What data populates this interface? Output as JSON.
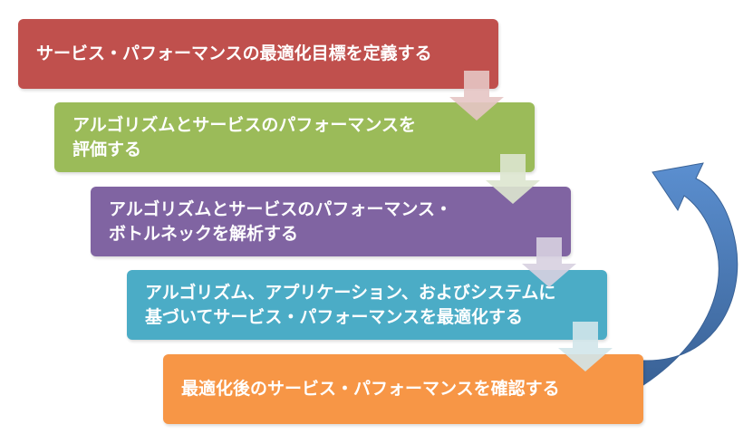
{
  "steps": [
    {
      "label": "サービス・パフォーマンスの最適化目標を定義する",
      "color": "#c0504d"
    },
    {
      "label": "アルゴリズムとサービスのパフォーマンスを\n評価する",
      "color": "#9bbb59"
    },
    {
      "label": "アルゴリズムとサービスのパフォーマンス・\nボトルネックを解析する",
      "color": "#8064a2"
    },
    {
      "label": "アルゴリズム、アプリケーション、およびシステムに\n基づいてサービス・パフォーマンスを最適化する",
      "color": "#4bacc6"
    },
    {
      "label": "最適化後のサービス・パフォーマンスを確認する",
      "color": "#f79646"
    }
  ],
  "loop_arrow_color": "#4f81bd"
}
